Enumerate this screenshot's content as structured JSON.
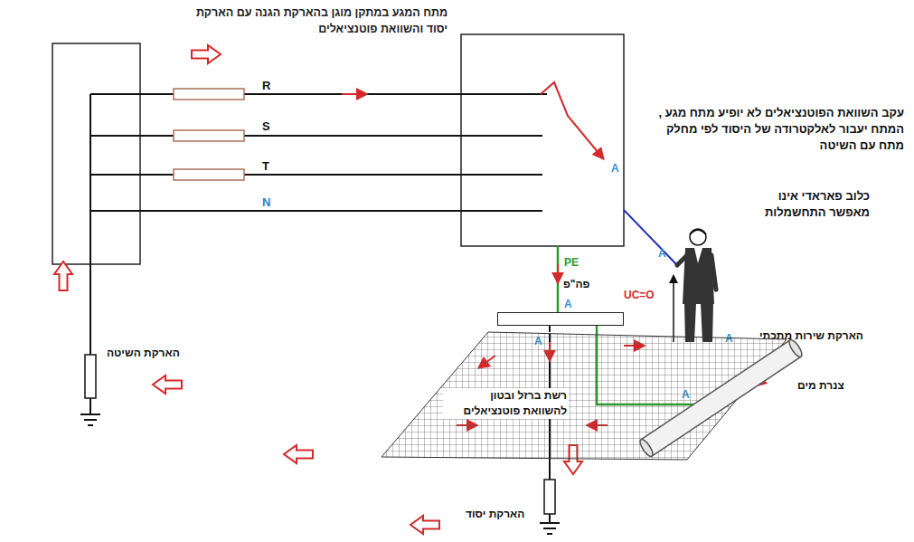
{
  "diagram": {
    "title": "מתח המגע במתקן מוגן בהארקת הגנה עם הארקת יסוד והשוואת פוטנציאלים",
    "nodes": [
      {
        "text": [
          "פה\"פ"
        ]
      },
      {
        "text": [
          "רשת ברזל ובטון להשוואת פוטנציאלים"
        ]
      },
      {
        "text": [
          "צנרת מים"
        ]
      }
    ],
    "edges": [
      {
        "from": 0,
        "to": 1,
        "arrow": "none"
      },
      {
        "from": 0,
        "to": 2,
        "arrow": "none"
      }
    ],
    "labels": [
      "R",
      "S",
      "T",
      "N",
      "A",
      "A",
      "A",
      "A",
      "A",
      "A",
      "PE",
      "UC=O",
      "הארקת השיטה",
      "הארקת יסוד",
      "הארקת שירות מתכתי",
      "עקב השוואת הפוטנציאלים לא יופיע מתח מגע , המתח יעבור לאלקטרודה של היסוד לפי מחלק מתח עם השיטה",
      "כלוב פאראדי אינו מאפשר התחשמלות"
    ]
  }
}
